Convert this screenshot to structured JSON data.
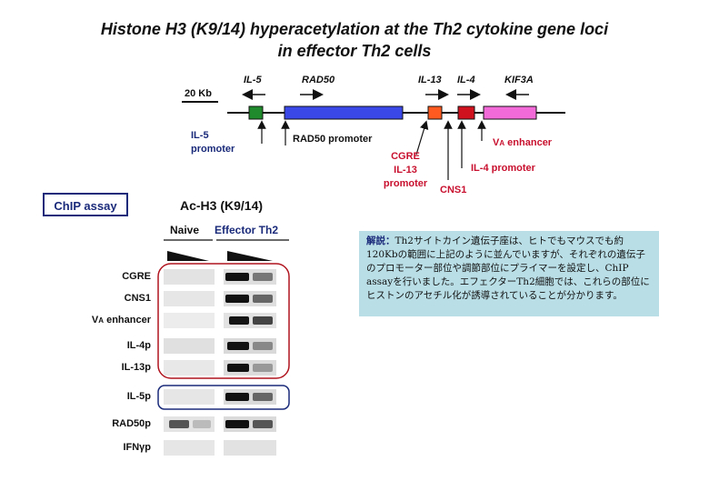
{
  "title": {
    "line1": "Histone H3 (K9/14) hyperacetylation at the Th2 cytokine gene loci",
    "line2": "in effector Th2 cells"
  },
  "map": {
    "scale_label": "20 Kb",
    "genes": [
      {
        "label": "IL-5",
        "color": "#1f8a2c"
      },
      {
        "label": "RAD50",
        "color": "#3a48e8"
      },
      {
        "label": "IL-13",
        "color": "#ff5a1f"
      },
      {
        "label": "IL-4",
        "color": "#d0121e"
      },
      {
        "label": "KIF3A",
        "color": "#f26ad8"
      }
    ],
    "annotations": {
      "il5_promoter_1": "IL-5",
      "il5_promoter_2": "promoter",
      "rad50_promoter": "RAD50 promoter",
      "cgre_1": "CGRE",
      "cgre_2": "IL-13",
      "cgre_3": "promoter",
      "cns1": "CNS1",
      "il4_promoter": "IL-4 promoter",
      "va_enhancer_v": "V",
      "va_enhancer_a": "A",
      "va_enhancer_rest": " enhancer"
    }
  },
  "chip": {
    "label": "ChIP assay",
    "antibody": "Ac-H3 (K9/14)",
    "groups": [
      "Naive",
      "Effector Th2"
    ],
    "rows": [
      {
        "label": "CGRE"
      },
      {
        "label": "CNS1"
      },
      {
        "label_v": "V",
        "label_a": "A",
        "label_rest": " enhancer"
      },
      {
        "label": "IL-4p"
      },
      {
        "label": "IL-13p"
      },
      {
        "label": "IL-5p"
      },
      {
        "label": "RAD50p"
      },
      {
        "label": "IFNγp"
      }
    ]
  },
  "note": {
    "lead": "解説：",
    "text": "Th2サイトカイン遺伝子座は、ヒトでもマウスでも約120Kbの範囲に上記のように並んでいますが、それぞれの遺伝子のプロモーター部位や調節部位にプライマーを設定し、ChIP assayを行いました。エフェクターTh2細胞では、これらの部位にヒストンのアセチル化が誘導されていることが分かります。"
  },
  "colors": {
    "navy": "#1a2a7a",
    "red": "#c8102e",
    "note_bg": "#b9dee6"
  }
}
